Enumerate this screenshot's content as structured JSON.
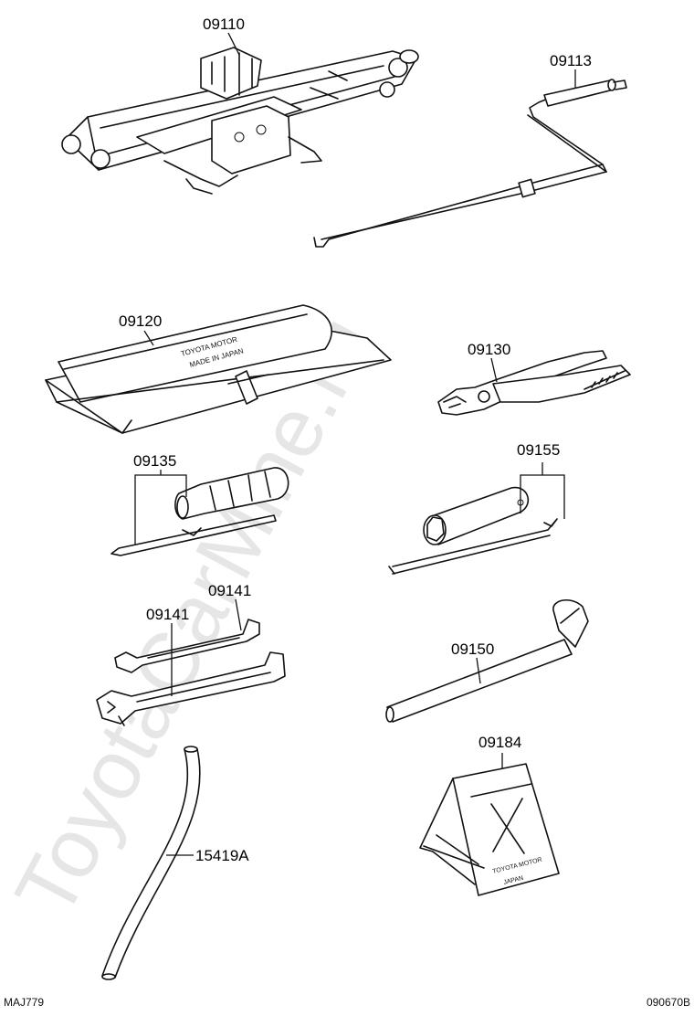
{
  "watermark": "ToyotaCarMine.ru",
  "parts": {
    "p09110": "09110",
    "p09113": "09113",
    "p09120": "09120",
    "p09130": "09130",
    "p09135": "09135",
    "p09155": "09155",
    "p09141a": "09141",
    "p09141b": "09141",
    "p09150": "09150",
    "p09184": "09184",
    "p15419A": "15419A"
  },
  "bag_text_1": "TOYOTA MOTOR",
  "bag_text_2": "MADE IN JAPAN",
  "chock_text_1": "TOYOTA MOTOR",
  "chock_text_2": "JAPAN",
  "corner_left": "MAJ779",
  "corner_right": "090670B"
}
